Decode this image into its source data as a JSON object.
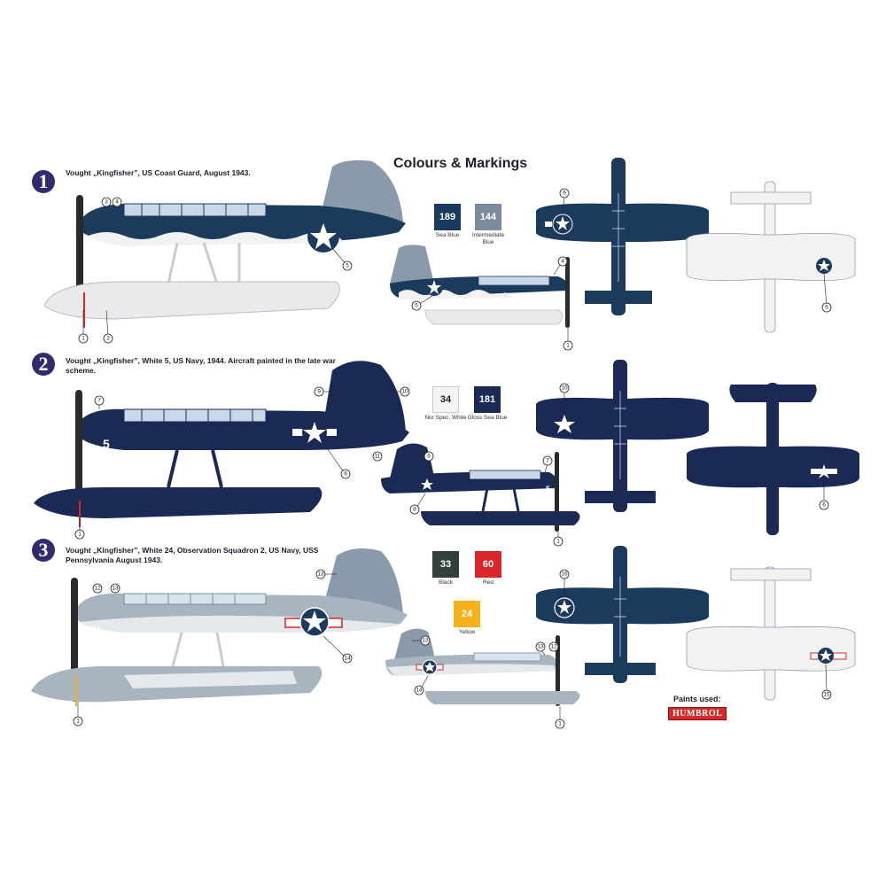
{
  "title": "Colours & Markings",
  "schemes": [
    {
      "number": "1",
      "caption": "Vought „Kingfisher”, US Coast Guard, August 1943.",
      "paints": [
        {
          "code": "189",
          "label": "Sea Blue",
          "color": "#173a5e"
        },
        {
          "code": "144",
          "label": "Intermediate Blue",
          "color": "#7b8a9c"
        }
      ],
      "callouts_side": [
        "3",
        "4",
        "5",
        "1",
        "2"
      ],
      "callouts_small": [
        "4",
        "5",
        "1"
      ],
      "callouts_top": [
        "6"
      ],
      "callouts_bottom": [
        "6"
      ]
    },
    {
      "number": "2",
      "caption": "Vought „Kingfisher”, White 5, US Navy, 1944. Aircraft painted in the late war scheme.",
      "code_on_plane": "5",
      "paints": [
        {
          "code": "34",
          "label": "Nor Spec. White",
          "color": "#f4f4f2"
        },
        {
          "code": "181",
          "label": "Gloss Sea Blue",
          "color": "#1a2a55"
        }
      ],
      "callouts_side": [
        "7",
        "9",
        "10",
        "6",
        "1"
      ],
      "callouts_small": [
        "11",
        "6",
        "7",
        "8",
        "1"
      ],
      "callouts_top": [
        "10"
      ],
      "callouts_bottom": [
        "6"
      ]
    },
    {
      "number": "3",
      "caption": "Vought „Kingfisher”, White 24, Observation Squadron 2, US Navy, USS Pennsylvania August 1943.",
      "code_on_plane": "24",
      "paints": [
        {
          "code": "33",
          "label": "Black",
          "color": "#33403c"
        },
        {
          "code": "60",
          "label": "Red",
          "color": "#d8262a"
        },
        {
          "code": "24",
          "label": "Yellow",
          "color": "#f3b21c"
        }
      ],
      "callouts_side": [
        "12",
        "13",
        "13",
        "14",
        "1"
      ],
      "callouts_small": [
        "13",
        "13",
        "12",
        "14",
        "1"
      ],
      "callouts_top": [
        "16"
      ],
      "callouts_bottom": [
        "15"
      ]
    }
  ],
  "paints_used_label": "Paints used:",
  "brand": "HUMBROL",
  "colors": {
    "sea_blue": "#1c3a5c",
    "navy_blue": "#1a2a55",
    "intermediate_blue": "#8a9aab",
    "white": "#f2f2f2",
    "scheme_badge": "#2f2c6e"
  }
}
